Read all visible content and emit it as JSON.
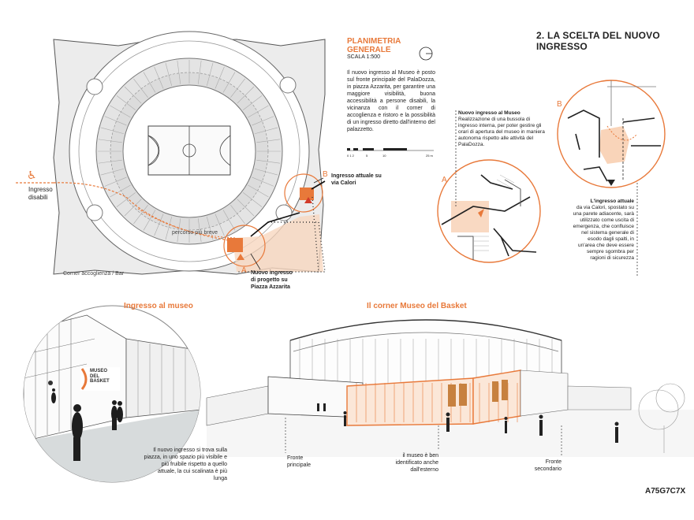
{
  "colors": {
    "accent": "#e8793a",
    "accent_light": "#f7c9a8",
    "line": "#333333",
    "plan_fill": "#e6e6e6"
  },
  "section_title": "2. LA SCELTA DEL NUOVO INGRESSO",
  "plan": {
    "title_line1": "PLANIMETRIA",
    "title_line2": "GENERALE",
    "scale": "SCALA 1:500",
    "description": "Il nuovo ingresso al Museo è posto sul fronte principale del PalaDozza, in piazza Azzarita, per garantire una maggiore visibilità, buona accessibilità a persone disabili, la vicinanza con il corner di accoglienza e ristoro e la possibilità di un ingresso diretto dall'interno del palazzetto.",
    "scale_ticks": [
      "0 1 2",
      "5",
      "10",
      "25 m"
    ],
    "label_disabled_entrance": "Ingresso disabili",
    "label_path": "percorso più breve",
    "label_corner": "Corner accoglienza / Bar",
    "marker_a": "A",
    "marker_b": "B",
    "label_new_entrance": "Nuovo ingresso di progetto su Piazza Azzarita",
    "label_current_entrance": "Ingresso attuale su via Calori",
    "icon": "wheelchair-icon"
  },
  "detail_a": {
    "marker": "A",
    "caption_title": "Nuovo ingresso al Museo",
    "caption_body": "Realizzazione di una bussola di ingresso interna, per poter gestire gli orari di apertura del museo in maniera autonoma rispetto alle attività del PalaDozza."
  },
  "detail_b": {
    "marker": "B",
    "caption_title": "L'ingresso attuale",
    "caption_body": "da via Calori, spostato su una parete adiacente, sarà utilizzato come uscita di emergenza, che confluisce nel sistema generale di esodo dagli spalti, in un'area che deve essere sempre sgombra per ragioni di sicurezza"
  },
  "view_left": {
    "title": "Ingresso al museo",
    "sign_lines": [
      "MUSEO",
      "DEL",
      "BASKET"
    ],
    "caption": "Il nuovo ingresso si trova sulla piazza, in uno spazio più visibile e più fruibile rispetto a quello attuale, la cui scalinata è più lunga"
  },
  "view_right": {
    "title": "Il corner Museo del Basket",
    "label_front_main": "Fronte principale",
    "label_visible": "il museo è ben identificato anche dall'esterno",
    "label_front_secondary": "Fronte secondario"
  },
  "code": "A75G7C7X"
}
